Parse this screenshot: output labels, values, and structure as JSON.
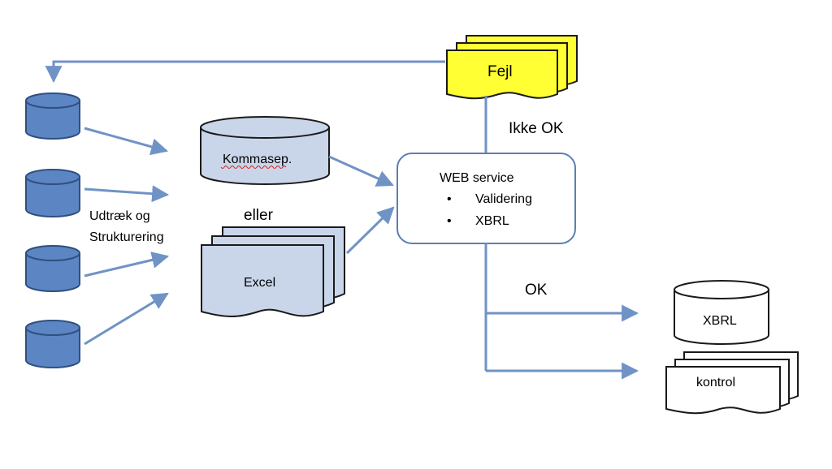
{
  "diagram": {
    "sources": {
      "label_line1": "Udtræk og",
      "label_line2_part1": "Strukturering",
      "count": 4
    },
    "formats": {
      "csv_label": "Kommasep.",
      "or_label": "eller",
      "excel_label": "Excel"
    },
    "service": {
      "title": "WEB service",
      "items": [
        "Validering",
        "XBRL"
      ]
    },
    "error": {
      "label": "Fejl",
      "branch_label": "Ikke OK"
    },
    "success": {
      "branch_label": "OK",
      "xbrl_label": "XBRL",
      "control_label": "kontrol"
    },
    "colors": {
      "line": "#7093c6",
      "db_fill": "#5b85c3",
      "db_stroke": "#2f4f7f",
      "light_fill": "#c9d6ea",
      "error_fill": "#ffff33",
      "outline": "#1a1a1a"
    }
  }
}
